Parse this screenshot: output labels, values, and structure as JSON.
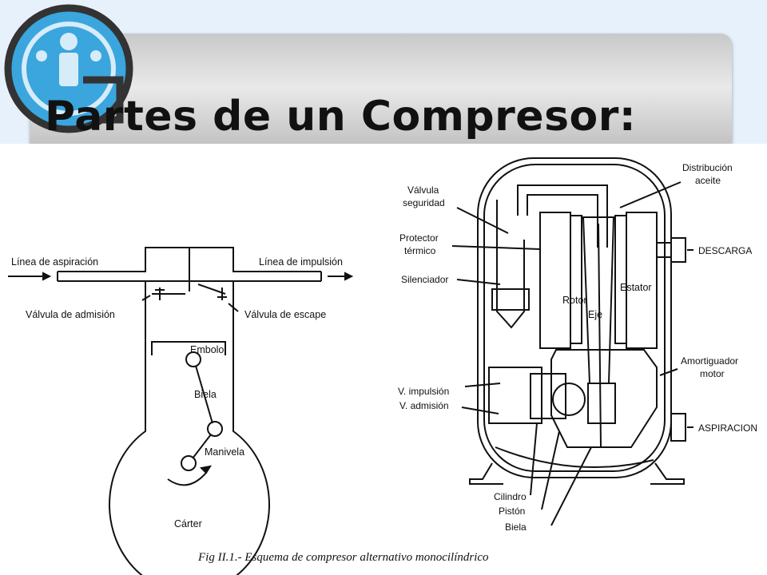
{
  "slide": {
    "title": "Partes de un Compresor:",
    "logo_icon": "institution-logo-icon",
    "accent_colors": {
      "logo_blue": "#3aa6dd",
      "logo_dark": "#333333",
      "title_band": "#cfcfcf"
    }
  },
  "left_diagram": {
    "linea_aspiracion": "Línea de aspiración",
    "linea_impulsion": "Línea de impulsión",
    "valvula_admision": "Válvula de admisión",
    "valvula_escape": "Válvula de escape",
    "embolo": "Embolo",
    "biela": "Biela",
    "manivela": "Manivela",
    "carter": "Cárter"
  },
  "right_diagram": {
    "valvula_seguridad_1": "Válvula",
    "valvula_seguridad_2": "seguridad",
    "protector_1": "Protector",
    "protector_2": "térmico",
    "silenciador": "Silenciador",
    "distribucion_1": "Distribución",
    "distribucion_2": "aceite",
    "descarga": "DESCARGA",
    "rotor": "Rotor",
    "eje": "Eje",
    "estator": "Estator",
    "amortiguador_1": "Amortiguador",
    "amortiguador_2": "motor",
    "v_impulsion": "V. impulsión",
    "v_admision": "V. admisión",
    "aspiracion": "ASPIRACION",
    "cilindro": "Cilindro",
    "piston": "Pistón",
    "biela": "Biela"
  },
  "caption": {
    "fig": "Fig II.1.",
    "text": "- Esquema de compresor alternativo monocilíndrico"
  }
}
